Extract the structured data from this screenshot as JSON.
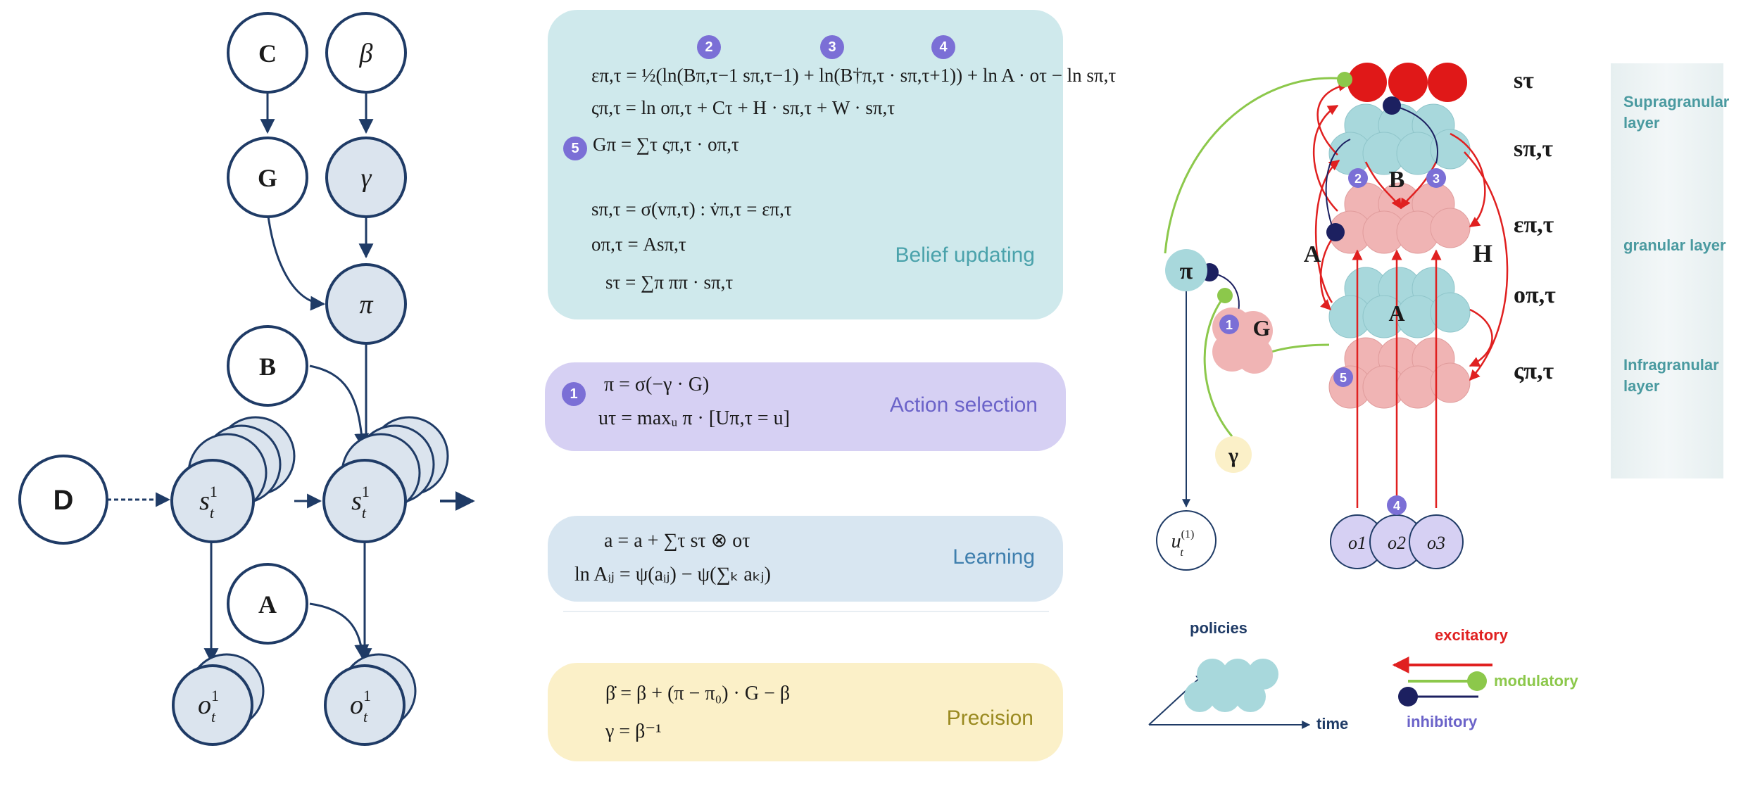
{
  "graph": {
    "nodes": {
      "C": "C",
      "beta": "β",
      "G": "G",
      "gamma": "γ",
      "pi": "π",
      "B": "B",
      "D": "D",
      "A": "A",
      "s": "s",
      "s_sup": "1",
      "s_sub": "t",
      "o": "o",
      "o_sup": "1",
      "o_sub": "t"
    }
  },
  "panels": {
    "belief": {
      "label": "Belief updating",
      "markers": [
        "2",
        "3",
        "4",
        "5"
      ],
      "eq1": "επ,τ = ½(ln(Bπ,τ−1 sπ,τ−1) + ln(B†π,τ · sπ,τ+1)) + ln A · oτ − ln sπ,τ",
      "eq2": "ςπ,τ = ln oπ,τ + Cτ + H · sπ,τ + W · sπ,τ",
      "eq3": "Gπ = ∑τ ςπ,τ · oπ,τ",
      "eq4": "sπ,τ = σ(vπ,τ) : v̇π,τ = επ,τ",
      "eq5": "oπ,τ = Asπ,τ",
      "eq6": "sτ = ∑π ππ · sπ,τ"
    },
    "action": {
      "label": "Action selection",
      "marker": "1",
      "eq1": "π = σ(−γ · G)",
      "eq2": "uτ = maxᵤ π · [Uπ,τ = u]"
    },
    "learning": {
      "label": "Learning",
      "eq1": "a = a + ∑τ sτ ⊗ oτ",
      "eq2": "ln Aᵢⱼ = ψ(aᵢⱼ) − ψ(∑ₖ aₖⱼ)"
    },
    "precision": {
      "label": "Precision",
      "eq1": "β̇ = β + (π − π₀) · G − β",
      "eq2": "γ = β⁻¹"
    }
  },
  "circuit": {
    "row_labels": [
      "sτ",
      "sπ,τ",
      "επ,τ",
      "oπ,τ",
      "ςπ,τ"
    ],
    "B": "B",
    "A1": "A",
    "A2": "A",
    "H": "H",
    "pi": "π",
    "G": "G",
    "gamma": "γ",
    "u": "u",
    "u_sup": "(1)",
    "u_sub": "t",
    "obs": [
      "o1",
      "o2",
      "o3"
    ],
    "markers": [
      "1",
      "2",
      "3",
      "4",
      "5"
    ],
    "layers": [
      "Supragranular layer",
      "granular layer",
      "Infragranular layer"
    ]
  },
  "legend": {
    "policies": "policies",
    "time": "time",
    "excitatory": "excitatory",
    "modulatory": "modulatory",
    "inhibitory": "inhibitory"
  },
  "colors": {
    "node_fill": "#dbe4ee",
    "node_stroke": "#1f3b66",
    "arrow": "#1f3b66",
    "belief_bg": "#cfe9ec",
    "action_bg": "#d6d0f3",
    "learning_bg": "#d8e6f1",
    "precision_bg": "#fbf0c8",
    "excitatory": "#e02020",
    "modulatory": "#8cc84b",
    "inhibitory": "#1c2060",
    "teal_ball": "#a8d8dc",
    "pink_ball": "#f0b4b4",
    "red_ball": "#e01818"
  }
}
